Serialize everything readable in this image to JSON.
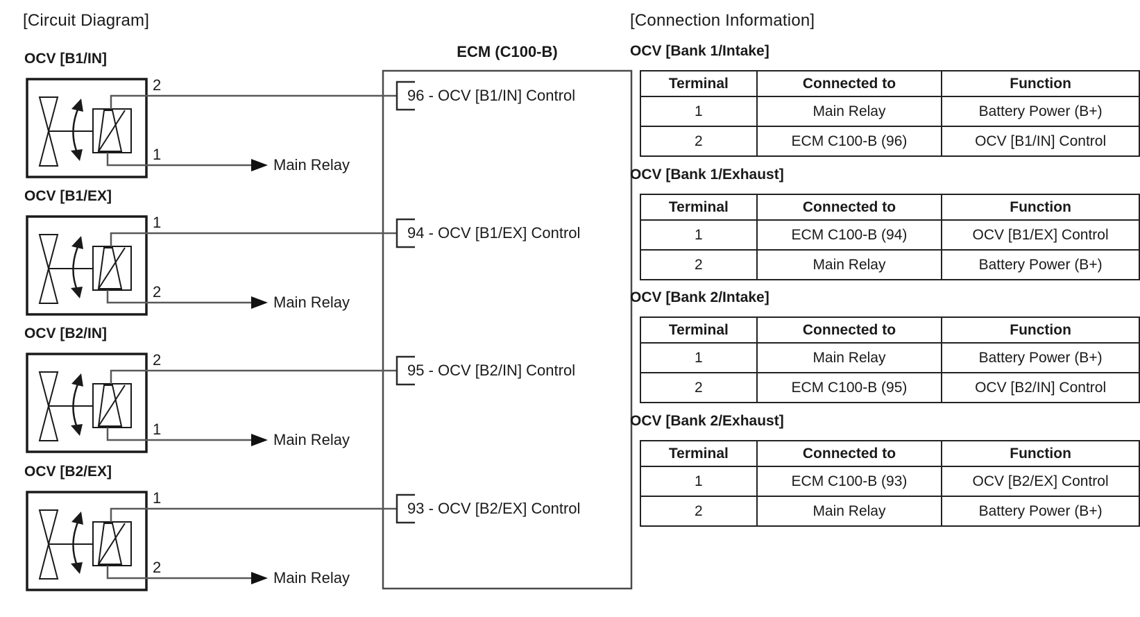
{
  "circuit": {
    "title": "[Circuit Diagram]",
    "ecm": {
      "title": "ECM (C100-B)"
    },
    "ocvs": [
      {
        "label": "OCV [B1/IN]",
        "top_terminal": "2",
        "bottom_terminal": "1",
        "pin": "96 - OCV [B1/IN] Control",
        "relay": "Main Relay"
      },
      {
        "label": "OCV [B1/EX]",
        "top_terminal": "1",
        "bottom_terminal": "2",
        "pin": "94 - OCV [B1/EX] Control",
        "relay": "Main Relay"
      },
      {
        "label": "OCV [B2/IN]",
        "top_terminal": "2",
        "bottom_terminal": "1",
        "pin": "95 - OCV [B2/IN] Control",
        "relay": "Main Relay"
      },
      {
        "label": "OCV [B2/EX]",
        "top_terminal": "1",
        "bottom_terminal": "2",
        "pin": "93 - OCV [B2/EX] Control",
        "relay": "Main Relay"
      }
    ]
  },
  "connection_info": {
    "title": "[Connection Information]",
    "columns": [
      "Terminal",
      "Connected to",
      "Function"
    ],
    "tables": [
      {
        "heading": "OCV [Bank 1/Intake]",
        "rows": [
          [
            "1",
            "Main Relay",
            "Battery Power (B+)"
          ],
          [
            "2",
            "ECM C100-B (96)",
            "OCV [B1/IN] Control"
          ]
        ]
      },
      {
        "heading": "OCV [Bank 1/Exhaust]",
        "rows": [
          [
            "1",
            "ECM C100-B (94)",
            "OCV [B1/EX] Control"
          ],
          [
            "2",
            "Main Relay",
            "Battery Power (B+)"
          ]
        ]
      },
      {
        "heading": "OCV [Bank 2/Intake]",
        "rows": [
          [
            "1",
            "Main Relay",
            "Battery Power (B+)"
          ],
          [
            "2",
            "ECM C100-B (95)",
            "OCV [B2/IN] Control"
          ]
        ]
      },
      {
        "heading": "OCV [Bank 2/Exhaust]",
        "rows": [
          [
            "1",
            "ECM C100-B (93)",
            "OCV [B2/EX] Control"
          ],
          [
            "2",
            "Main Relay",
            "Battery Power (B+)"
          ]
        ]
      }
    ]
  },
  "colors": {
    "line": "#1a1a1a",
    "wire": "#58595b",
    "background": "#ffffff"
  }
}
